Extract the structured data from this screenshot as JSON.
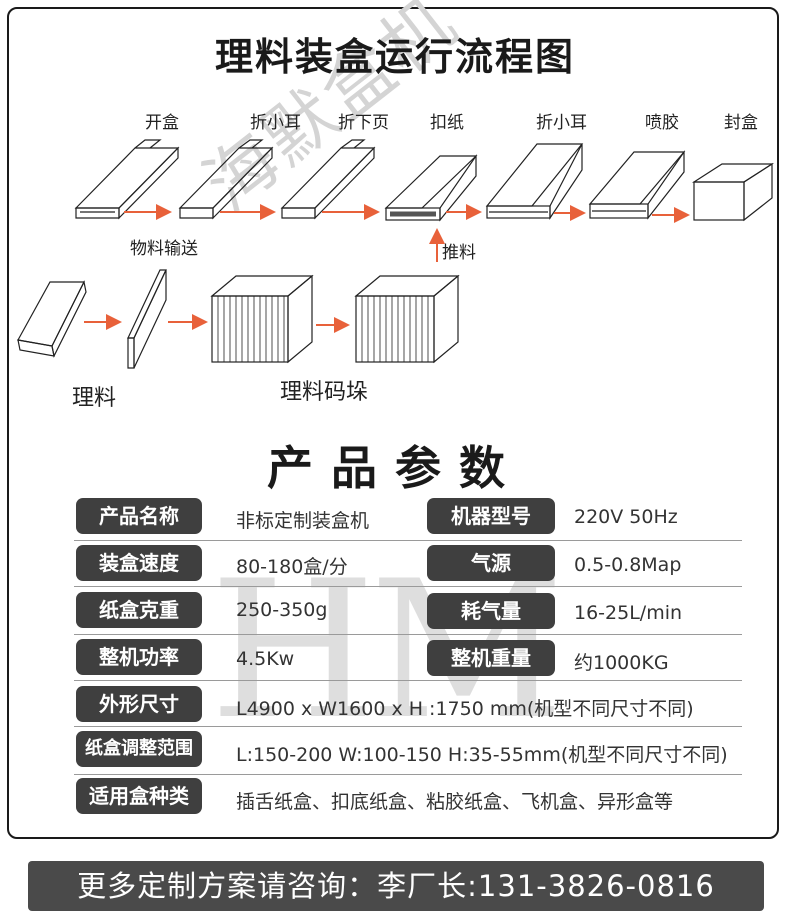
{
  "flow_title": "理料装盒运行流程图",
  "flow_labels": {
    "open_box": "开盒",
    "fold_small_ear_1": "折小耳",
    "fold_lower_page": "折下页",
    "buckle_paper": "扣纸",
    "fold_small_ear_2": "折小耳",
    "spray_glue": "喷胶",
    "seal_box": "封盒",
    "material_convey": "物料输送",
    "push_material": "推料",
    "sorting": "理料",
    "stacking": "理料码垛"
  },
  "watermark": {
    "brand": "海默盒机",
    "logo": "HM"
  },
  "params_title": "产品参数",
  "params": {
    "product_name": {
      "label": "产品名称",
      "value": "非标定制装盒机"
    },
    "model": {
      "label": "机器型号",
      "value": "220V 50Hz"
    },
    "speed": {
      "label": "装盒速度",
      "value": "80-180盒/分"
    },
    "air_source": {
      "label": "气源",
      "value": "0.5-0.8Map"
    },
    "box_weight": {
      "label": "纸盒克重",
      "value": "250-350g"
    },
    "air_consumption": {
      "label": "耗气量",
      "value": "16-25L/min"
    },
    "power": {
      "label": "整机功率",
      "value": "4.5Kw"
    },
    "machine_weight": {
      "label": "整机重量",
      "value": "约1000KG"
    },
    "dimensions": {
      "label": "外形尺寸",
      "value": "L4900 x W1600  x  H :1750 mm(机型不同尺寸不同)"
    },
    "adjust_range": {
      "label": "纸盒调整范围",
      "value": "L:150-200 W:100-150 H:35-55mm(机型不同尺寸不同)"
    },
    "box_types": {
      "label": "适用盒种类",
      "value": "插舌纸盒、扣底纸盒、粘胶纸盒、飞机盒、异形盒等"
    }
  },
  "footer": "更多定制方案请咨询：李厂长:131-3826-0816",
  "colors": {
    "arrow": "#e8613a",
    "pill": "#3f3f3f",
    "footer": "#4a4a4a"
  }
}
